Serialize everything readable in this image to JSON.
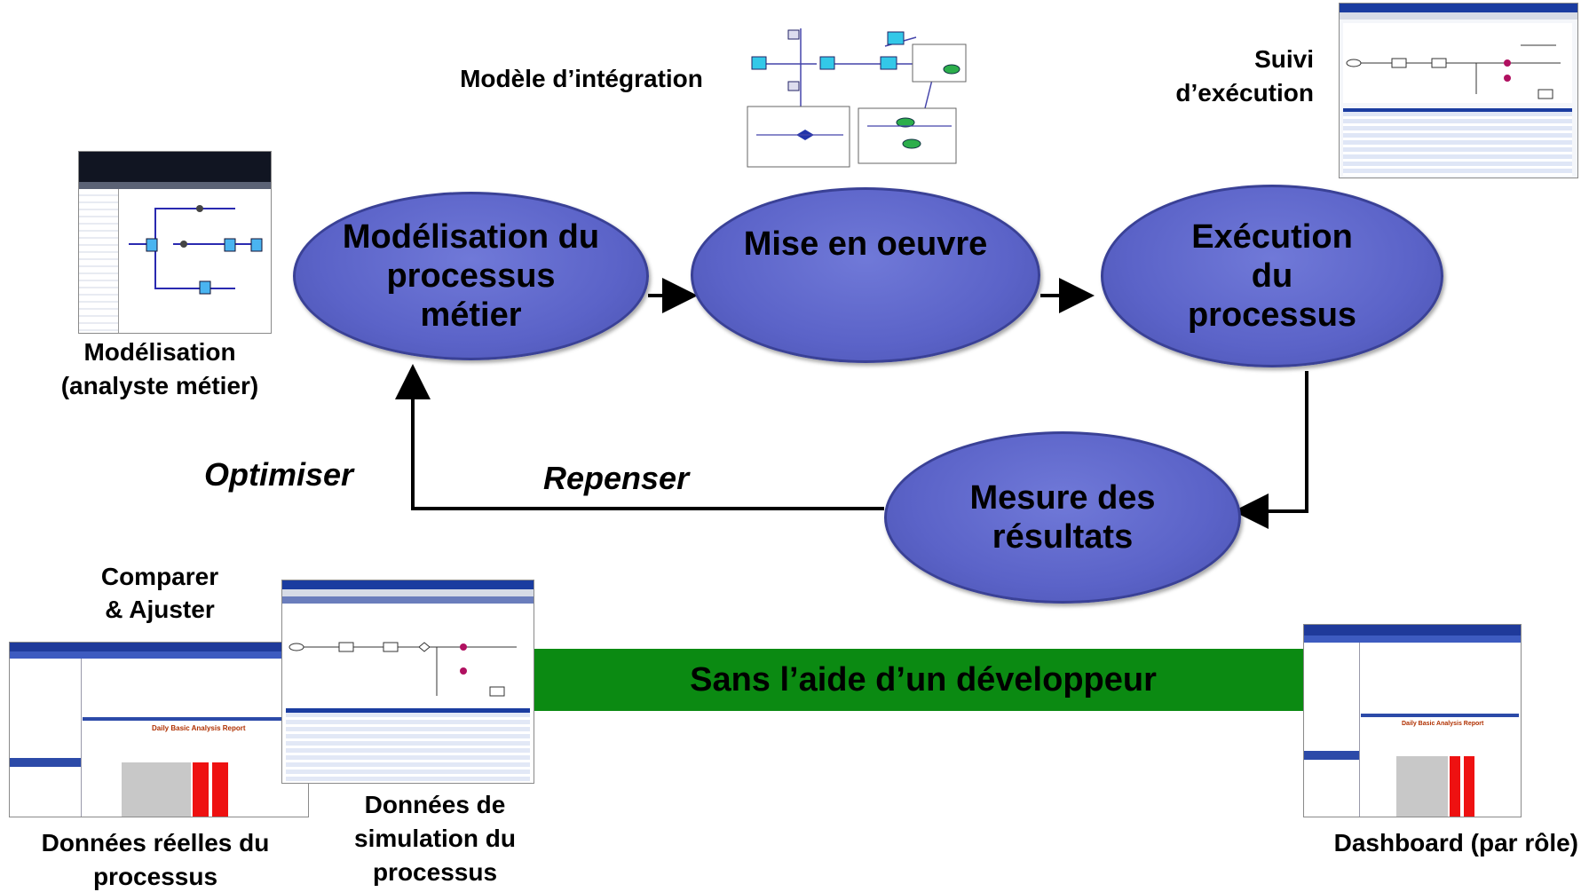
{
  "process": {
    "modelisation": "Modélisation du\nprocessus\nmétier",
    "mise_en_oeuvre": "Mise en oeuvre",
    "execution": "Exécution\ndu\nprocessus",
    "mesure": "Mesure des\nrésultats"
  },
  "labels": {
    "modele_integration": "Modèle d’intégration",
    "suivi_line1": "Suivi",
    "suivi_line2": "d’exécution",
    "modelisation_line1": "Modélisation",
    "modelisation_line2": "(analyste métier)",
    "optimiser": "Optimiser",
    "repenser": "Repenser",
    "comparer_line1": "Comparer",
    "comparer_line2": "& Ajuster",
    "donnees_reelles_line1": "Données réelles du",
    "donnees_reelles_line2": "processus",
    "simulation_line1": "Données de",
    "simulation_line2": "simulation du",
    "simulation_line3": "processus",
    "dashboard": "Dashboard (par rôle)"
  },
  "banner": {
    "text": "Sans l’aide d’un développeur",
    "color": "#0b8a12"
  },
  "screenshots": {
    "monitor_title": "HOLOSOFX BPM Monitor",
    "report_title": "Daily Basic Analysis Report"
  }
}
